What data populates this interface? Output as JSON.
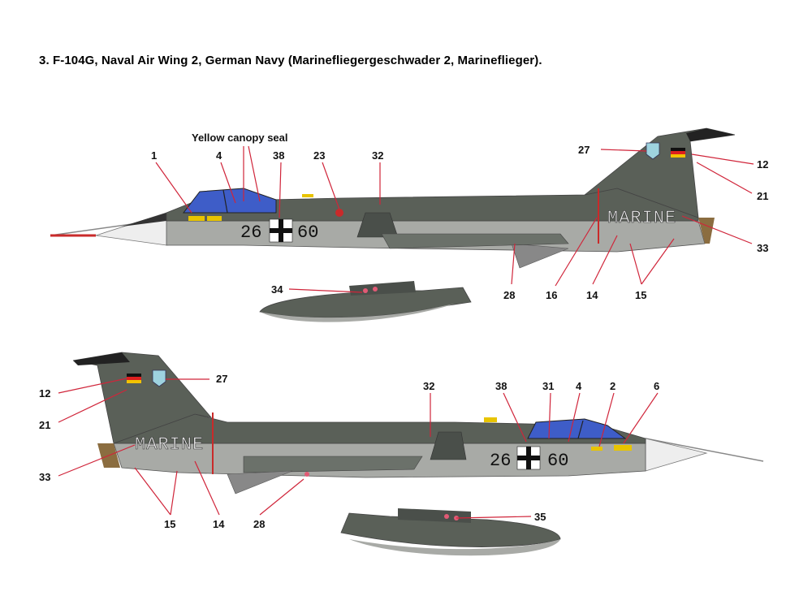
{
  "title": "3. F-104G, Naval Air Wing 2, German Navy (Marinefliegergeschwader 2, Marineflieger).",
  "callout_note": "Yellow canopy seal",
  "markings": {
    "tail_text": "MARINE",
    "code_left": "26",
    "code_right": "60"
  },
  "top_labels": [
    "1",
    "4",
    "38",
    "23",
    "32",
    "27",
    "12",
    "21",
    "33",
    "16",
    "14",
    "15",
    "28",
    "34"
  ],
  "bottom_labels": [
    "12",
    "21",
    "33",
    "27",
    "32",
    "38",
    "31",
    "4",
    "2",
    "6",
    "15",
    "14",
    "28",
    "35"
  ],
  "colors": {
    "upper_gray": "#5a6058",
    "lower_gray": "#a8aaa6",
    "canopy_blue": "#3e5dc8",
    "leader_red": "#d0253a"
  }
}
